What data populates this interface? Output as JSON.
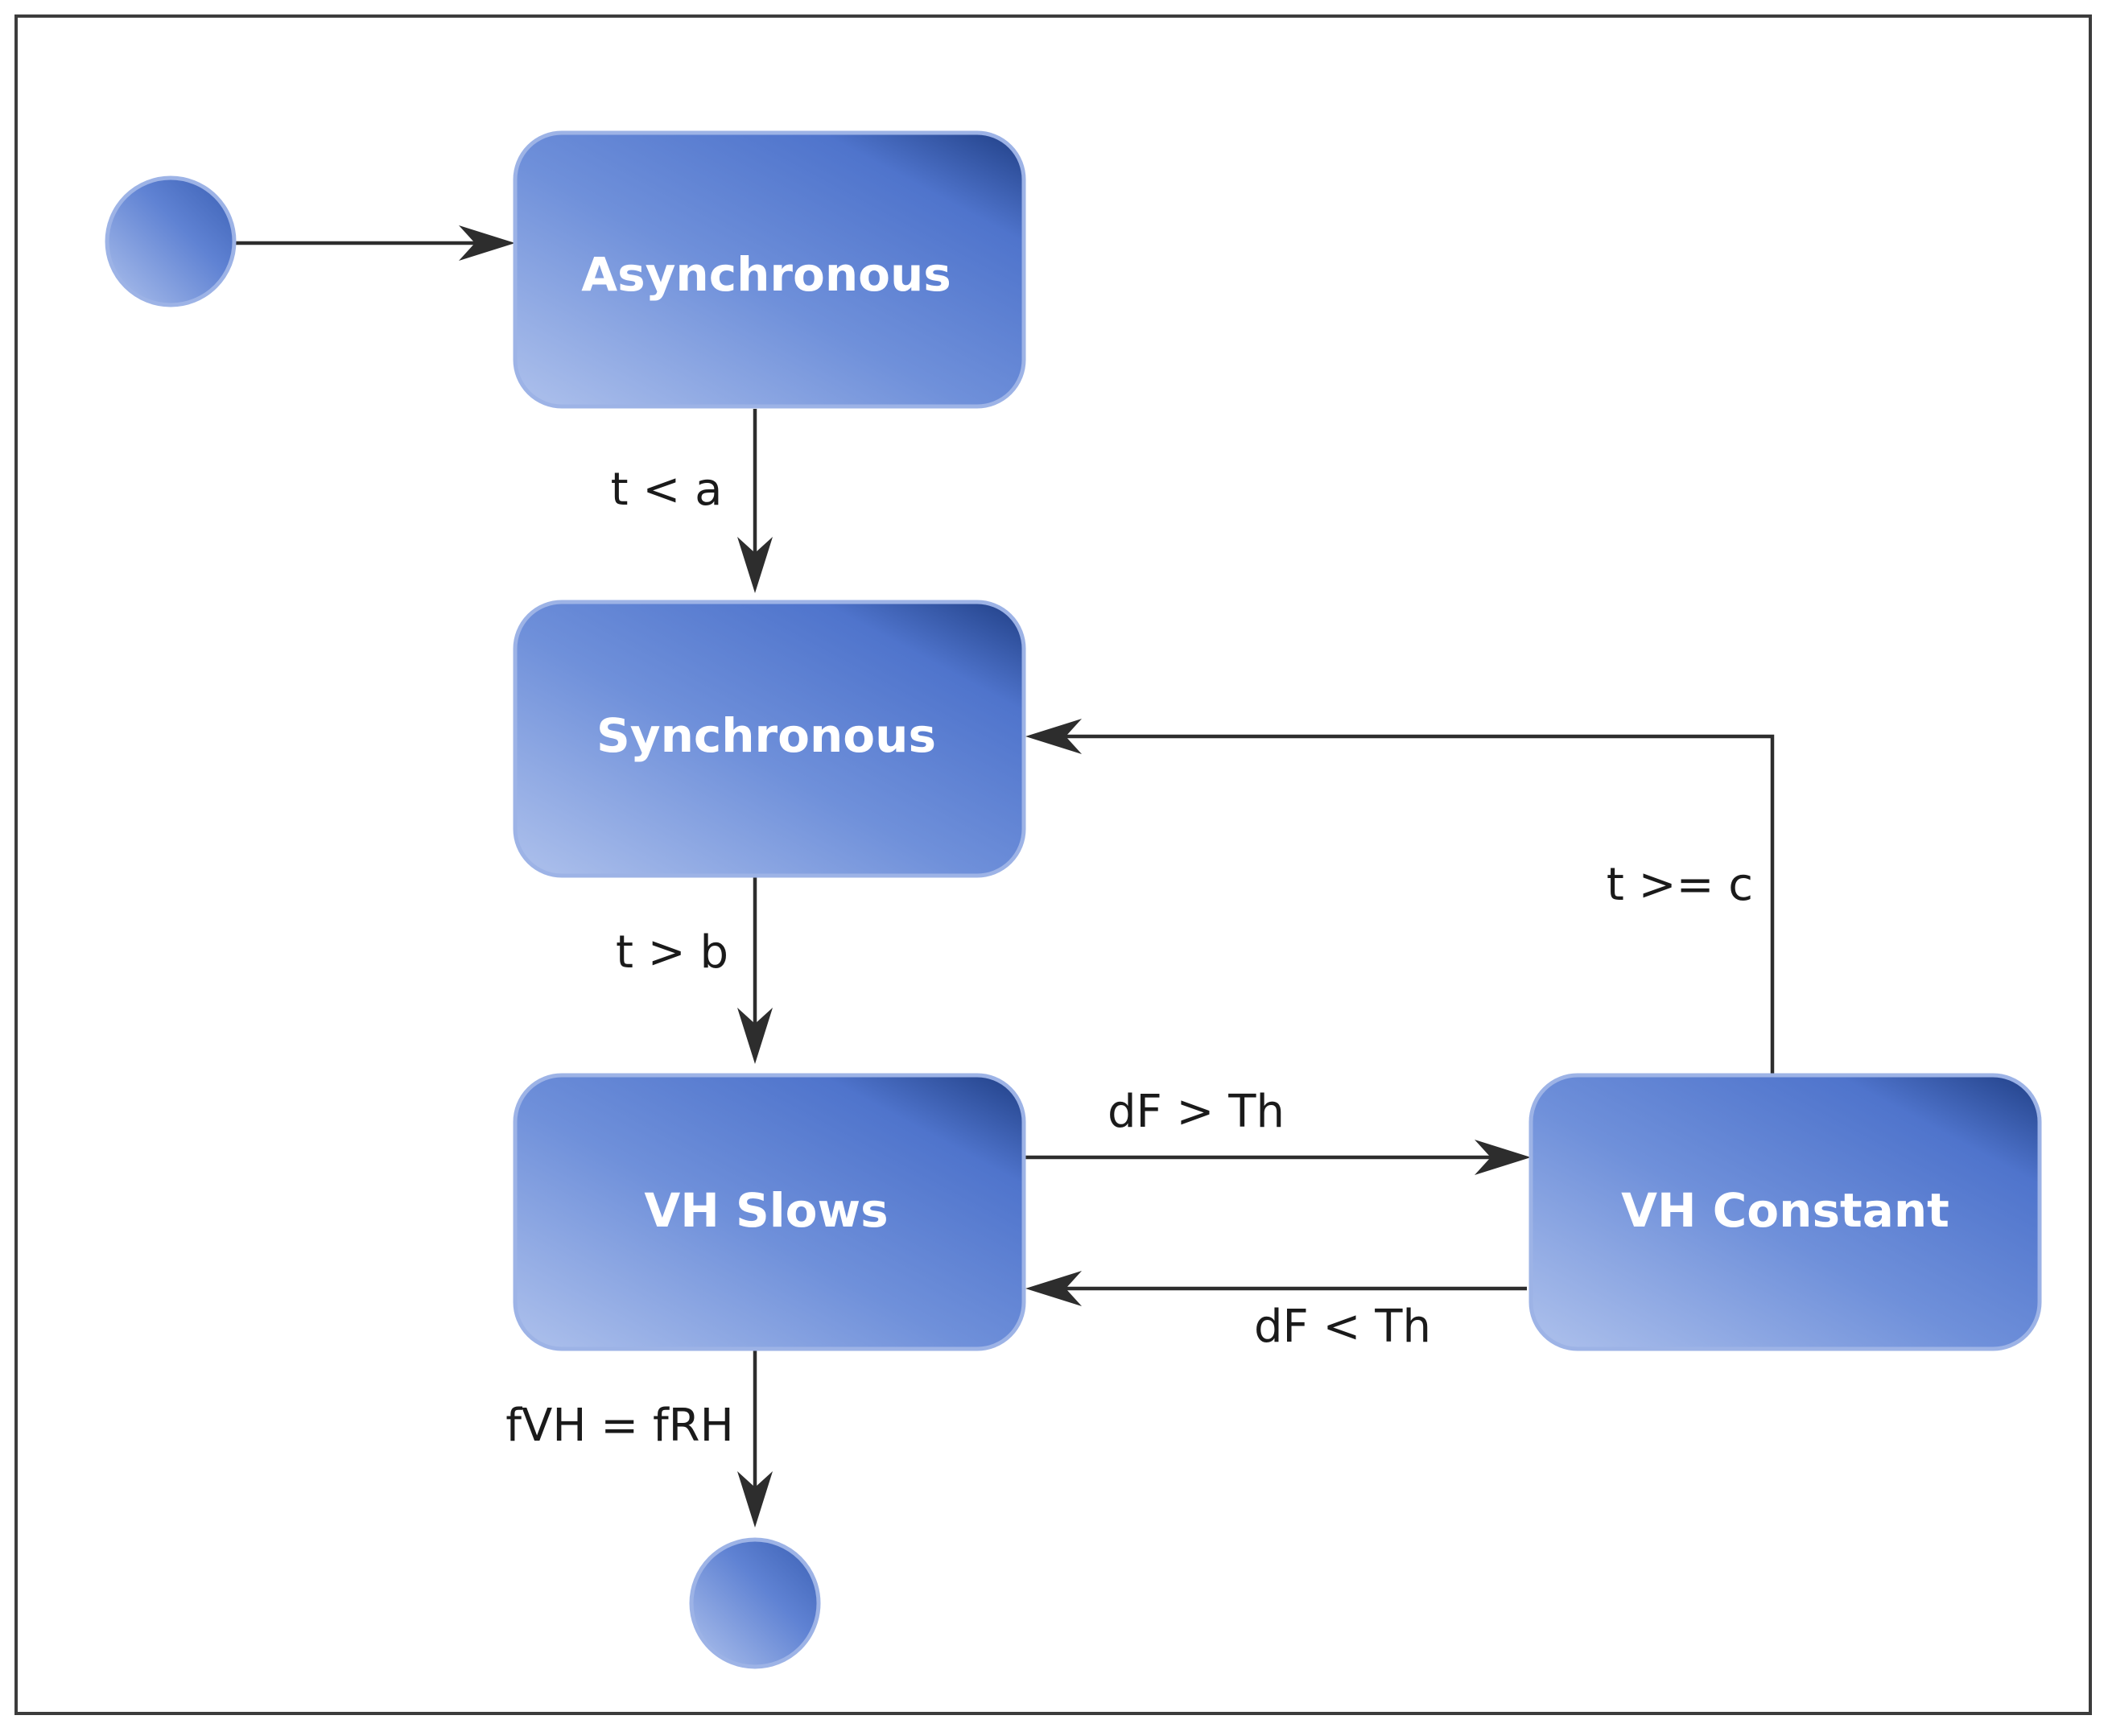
{
  "states": {
    "asynchronous": "Asynchronous",
    "synchronous": "Synchronous",
    "vh_slows": "VH Slows",
    "vh_constant": "VH Constant"
  },
  "transitions": {
    "async_to_sync": "t < a",
    "sync_to_slows": "t > b",
    "slows_to_constant": "dF > Th",
    "constant_to_slows": "dF < Th",
    "constant_to_sync": "t >= c",
    "slows_to_final": "fVH = fRH"
  },
  "colors": {
    "node_light": "#a9bde8",
    "node_mid": "#5f82d3",
    "node_dark": "#2b4f9c",
    "node_border": "#9db3e6"
  }
}
